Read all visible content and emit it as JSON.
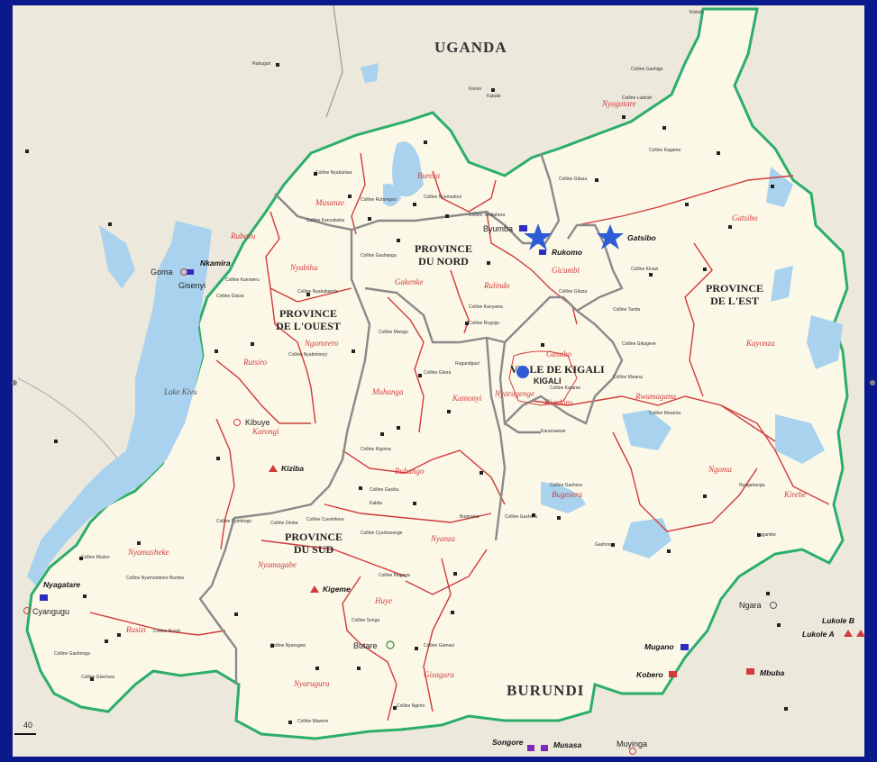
{
  "countries": {
    "uganda": "UGANDA",
    "burundi": "BURUNDI"
  },
  "provinces": {
    "nord": [
      "PROVINCE",
      "DU NORD"
    ],
    "ouest": [
      "PROVINCE",
      "DE L'OUEST"
    ],
    "est": [
      "PROVINCE",
      "DE L'EST"
    ],
    "sud": [
      "PROVINCE",
      "DU SUD"
    ],
    "kigali": "VILLE DE KIGALI"
  },
  "lake": "Lake Kivu",
  "cities": {
    "kigali": "KIGALI",
    "goma": "Goma",
    "gisenyi": "Gisenyi",
    "nkamira": "Nkamira",
    "kibuye": "Kibuye",
    "kiziba": "Kiziba",
    "kigeme": "Kigeme",
    "butare": "Butare",
    "nyagatare": "Nyagatare",
    "cyangugu": "Cyangugu",
    "gicumbi": "Gicumbi",
    "rukomo": "Rukomo",
    "byumba": "Byumba",
    "gatsibo": "Gatsibo",
    "burera": "Burera",
    "musanze": "Musanze",
    "nyabihu": "Nyabihu",
    "nyamasheke": "Nyamasheke",
    "karongi": "Karongi",
    "rulindo": "Rulindo",
    "gakenke": "Gakenke",
    "muhanga": "Muhanga",
    "kamonyi": "Kamonyi",
    "ruhango": "Ruhango",
    "nyanza": "Nyanza",
    "huye": "Huye",
    "gisagara": "Gisagara",
    "nyaruguru": "Nyaruguru",
    "nyamagabe": "Nyamagabe",
    "rusizi": "Rusizi",
    "rubavu": "Rubavu",
    "rutsiro": "Rutsiro",
    "ngororero": "Ngororero",
    "nyarugenge": "Nyarugenge",
    "kicukiro": "Kicukiro",
    "gasabo": "Gasabo",
    "bugesera": "Bugesera",
    "ngoma": "Ngoma",
    "kirehe": "Kirehe",
    "kayonza": "Kayonza",
    "rwamagana": "Rwamagana",
    "nyagatare_d": "Nyagatare",
    "gatsibo_d": "Gatsibo",
    "ngara": "Ngara",
    "lukole_b": "Lukole B",
    "lukole_a": "Lukole A",
    "mugano": "Mugano",
    "kobero": "Kobero",
    "mbuba": "Mbuba",
    "songore": "Songore",
    "musasa": "Musasa",
    "muyinga": "Muyinga",
    "byumba_town": "Byumba"
  },
  "scale": "40",
  "colors": {
    "frame": "#0a1a8c",
    "land": "#fbf8e8",
    "outside": "#ece8dc",
    "water": "#a9d2ee",
    "border": "#2cae6a",
    "province": "#8a8a8a",
    "district": "#d23a3a",
    "star": "#2e5bd6"
  },
  "markers": {
    "stars": 2,
    "dot": "Kigali marker"
  }
}
